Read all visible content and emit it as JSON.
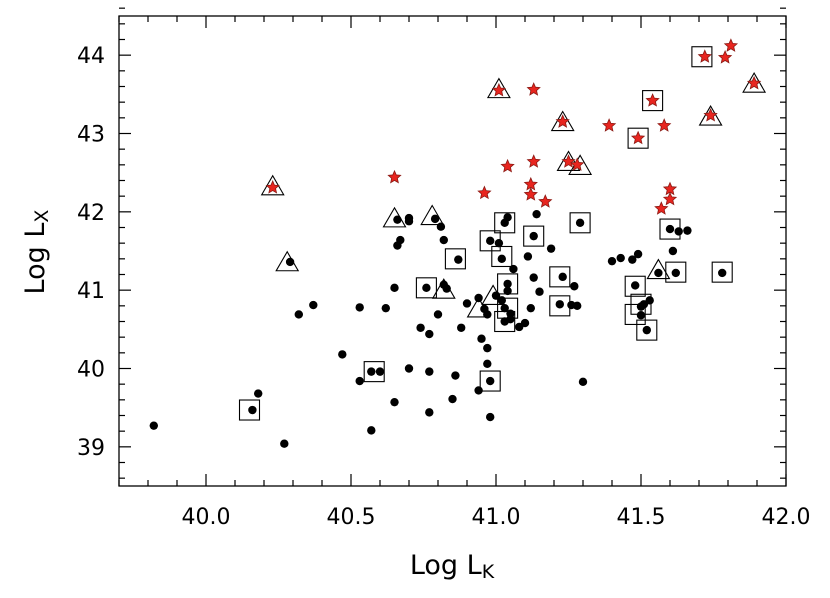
{
  "chart_data": {
    "type": "scatter",
    "xlabel": "Log L",
    "xlabel_sub": "K",
    "ylabel": "Log L",
    "ylabel_sub": "X",
    "xlim": [
      39.7,
      42.0
    ],
    "ylim": [
      38.5,
      44.5
    ],
    "x_ticks": [
      "40.0",
      "40.5",
      "41.0",
      "41.5",
      "42.0"
    ],
    "y_ticks": [
      "39",
      "40",
      "41",
      "42",
      "43",
      "44"
    ],
    "grid": false,
    "colors": {
      "dot": "#000000",
      "star": "#e8251f",
      "marker_outline": "#000000"
    },
    "series": [
      {
        "marker": "dot",
        "points": [
          [
            39.82,
            39.27
          ],
          [
            40.16,
            39.47
          ],
          [
            40.18,
            39.68
          ],
          [
            40.27,
            39.04
          ],
          [
            40.29,
            41.36
          ],
          [
            40.32,
            40.69
          ],
          [
            40.37,
            40.81
          ],
          [
            40.47,
            40.18
          ],
          [
            40.53,
            40.78
          ],
          [
            40.53,
            39.84
          ],
          [
            40.57,
            39.21
          ],
          [
            40.57,
            39.96
          ],
          [
            40.6,
            39.96
          ],
          [
            40.62,
            40.77
          ],
          [
            40.65,
            41.03
          ],
          [
            40.65,
            39.57
          ],
          [
            40.66,
            41.9
          ],
          [
            40.66,
            41.57
          ],
          [
            40.67,
            41.64
          ],
          [
            40.7,
            41.92
          ],
          [
            40.7,
            41.88
          ],
          [
            40.7,
            40.0
          ],
          [
            40.74,
            40.52
          ],
          [
            40.76,
            41.03
          ],
          [
            40.77,
            40.44
          ],
          [
            40.77,
            39.96
          ],
          [
            40.77,
            39.44
          ],
          [
            40.79,
            41.91
          ],
          [
            40.8,
            40.69
          ],
          [
            40.81,
            41.81
          ],
          [
            40.82,
            41.64
          ],
          [
            40.82,
            41.07
          ],
          [
            40.83,
            41.02
          ],
          [
            40.85,
            39.61
          ],
          [
            40.86,
            39.91
          ],
          [
            40.87,
            41.39
          ],
          [
            40.88,
            40.52
          ],
          [
            40.9,
            40.83
          ],
          [
            40.94,
            40.9
          ],
          [
            40.94,
            39.72
          ],
          [
            40.95,
            40.38
          ],
          [
            40.96,
            40.76
          ],
          [
            40.97,
            40.26
          ],
          [
            40.97,
            40.69
          ],
          [
            40.97,
            40.06
          ],
          [
            40.98,
            41.63
          ],
          [
            40.98,
            39.84
          ],
          [
            40.98,
            39.38
          ],
          [
            41.0,
            40.93
          ],
          [
            41.01,
            41.6
          ],
          [
            41.02,
            41.4
          ],
          [
            41.02,
            40.87
          ],
          [
            41.03,
            41.86
          ],
          [
            41.03,
            40.6
          ],
          [
            41.03,
            40.77
          ],
          [
            41.04,
            41.93
          ],
          [
            41.04,
            41.08
          ],
          [
            41.04,
            40.99
          ],
          [
            41.05,
            40.7
          ],
          [
            41.05,
            40.63
          ],
          [
            41.06,
            41.27
          ],
          [
            41.08,
            40.53
          ],
          [
            41.1,
            40.58
          ],
          [
            41.11,
            41.43
          ],
          [
            41.12,
            40.77
          ],
          [
            41.13,
            41.69
          ],
          [
            41.13,
            41.16
          ],
          [
            41.14,
            41.97
          ],
          [
            41.15,
            40.98
          ],
          [
            41.19,
            41.53
          ],
          [
            41.22,
            40.82
          ],
          [
            41.23,
            41.17
          ],
          [
            41.26,
            40.81
          ],
          [
            41.27,
            41.05
          ],
          [
            41.28,
            40.8
          ],
          [
            41.29,
            41.86
          ],
          [
            41.3,
            39.83
          ],
          [
            41.4,
            41.37
          ],
          [
            41.43,
            41.41
          ],
          [
            41.47,
            41.39
          ],
          [
            41.48,
            41.06
          ],
          [
            41.49,
            41.46
          ],
          [
            41.5,
            40.79
          ],
          [
            41.5,
            40.68
          ],
          [
            41.51,
            40.82
          ],
          [
            41.52,
            40.49
          ],
          [
            41.53,
            40.87
          ],
          [
            41.56,
            41.22
          ],
          [
            41.6,
            41.78
          ],
          [
            41.61,
            41.5
          ],
          [
            41.62,
            41.22
          ],
          [
            41.63,
            41.75
          ],
          [
            41.66,
            41.76
          ],
          [
            41.78,
            41.22
          ]
        ]
      },
      {
        "marker": "star",
        "points": [
          [
            40.23,
            42.31
          ],
          [
            40.65,
            42.44
          ],
          [
            40.96,
            42.24
          ],
          [
            41.01,
            43.55
          ],
          [
            41.04,
            42.58
          ],
          [
            41.12,
            42.35
          ],
          [
            41.12,
            42.22
          ],
          [
            41.13,
            42.64
          ],
          [
            41.13,
            43.56
          ],
          [
            41.17,
            42.13
          ],
          [
            41.23,
            43.15
          ],
          [
            41.25,
            42.64
          ],
          [
            41.28,
            42.6
          ],
          [
            41.39,
            43.1
          ],
          [
            41.49,
            42.94
          ],
          [
            41.54,
            43.42
          ],
          [
            41.57,
            42.04
          ],
          [
            41.58,
            43.1
          ],
          [
            41.6,
            42.16
          ],
          [
            41.6,
            42.29
          ],
          [
            41.72,
            43.98
          ],
          [
            41.74,
            43.23
          ],
          [
            41.79,
            43.97
          ],
          [
            41.81,
            44.12
          ],
          [
            41.89,
            43.64
          ]
        ]
      },
      {
        "marker": "open-square",
        "points": [
          [
            40.15,
            39.47
          ],
          [
            40.58,
            39.96
          ],
          [
            40.76,
            41.03
          ],
          [
            40.86,
            41.4
          ],
          [
            40.98,
            41.63
          ],
          [
            40.98,
            39.84
          ],
          [
            41.03,
            41.86
          ],
          [
            41.02,
            41.43
          ],
          [
            41.04,
            41.08
          ],
          [
            41.04,
            40.77
          ],
          [
            41.03,
            40.6
          ],
          [
            41.13,
            41.69
          ],
          [
            41.22,
            41.17
          ],
          [
            41.22,
            40.8
          ],
          [
            41.29,
            41.86
          ],
          [
            41.48,
            41.05
          ],
          [
            41.5,
            40.82
          ],
          [
            41.48,
            40.69
          ],
          [
            41.52,
            40.49
          ],
          [
            41.49,
            42.94
          ],
          [
            41.54,
            43.42
          ],
          [
            41.6,
            41.78
          ],
          [
            41.62,
            41.23
          ],
          [
            41.78,
            41.23
          ],
          [
            41.71,
            43.98
          ]
        ]
      },
      {
        "marker": "open-triangle",
        "points": [
          [
            40.23,
            42.31
          ],
          [
            40.28,
            41.34
          ],
          [
            40.65,
            41.9
          ],
          [
            40.78,
            41.93
          ],
          [
            40.82,
            40.99
          ],
          [
            40.94,
            40.75
          ],
          [
            40.99,
            40.91
          ],
          [
            41.01,
            43.55
          ],
          [
            41.23,
            43.13
          ],
          [
            41.25,
            42.62
          ],
          [
            41.29,
            42.57
          ],
          [
            41.56,
            41.24
          ],
          [
            41.74,
            43.2
          ],
          [
            41.89,
            43.62
          ]
        ]
      }
    ]
  }
}
